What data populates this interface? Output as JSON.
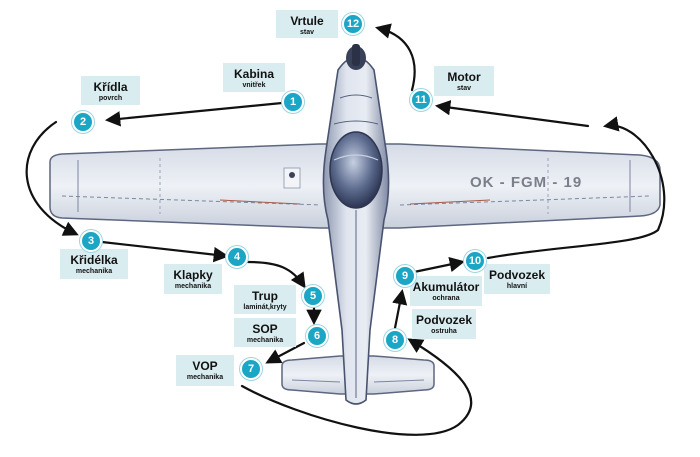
{
  "aircraft": {
    "registration": "OK - FGM - 19"
  },
  "colors": {
    "label_bg": "#d9edf1",
    "badge": "#1aa6c4",
    "arrow": "#111111"
  },
  "inspection_points": [
    {
      "number": "1",
      "title": "Kabina",
      "subtitle": "vnitřek"
    },
    {
      "number": "2",
      "title": "Křídla",
      "subtitle": "povrch"
    },
    {
      "number": "3",
      "title": "Křidélka",
      "subtitle": "mechanika"
    },
    {
      "number": "4",
      "title": "Klapky",
      "subtitle": "mechanika"
    },
    {
      "number": "5",
      "title": "Trup",
      "subtitle": "laminát,kryty"
    },
    {
      "number": "6",
      "title": "SOP",
      "subtitle": "mechanika"
    },
    {
      "number": "7",
      "title": "VOP",
      "subtitle": "mechanika"
    },
    {
      "number": "8",
      "title": "Podvozek",
      "subtitle": "ostruha"
    },
    {
      "number": "9",
      "title": "Akumulátor",
      "subtitle": "ochrana"
    },
    {
      "number": "10",
      "title": "Podvozek",
      "subtitle": "hlavní"
    },
    {
      "number": "11",
      "title": "Motor",
      "subtitle": "stav"
    },
    {
      "number": "12",
      "title": "Vrtule",
      "subtitle": "stav"
    }
  ]
}
